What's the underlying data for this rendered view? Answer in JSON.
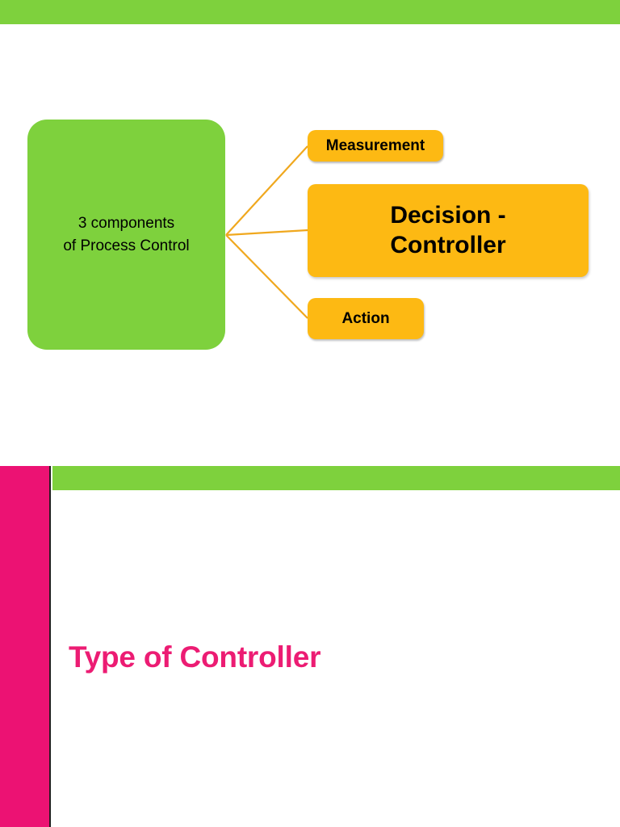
{
  "slide_one": {
    "name": "3 components of Process Control diagram",
    "topbar_color": "#7ed13d",
    "source_node": {
      "line1": "3 components",
      "line2": "of Process Control",
      "color": "#7ed13d"
    },
    "components": [
      {
        "label": "Measurement",
        "color": "#fdb913"
      },
      {
        "label_line1": "Decision -",
        "label_line2": "Controller",
        "color": "#fdb913"
      },
      {
        "label": "Action",
        "color": "#fdb913"
      }
    ],
    "connector_color": "#f0a81e"
  },
  "slide_two": {
    "sidebar_color": "#ec1273",
    "topbar_color": "#7ed13d",
    "title": "Type of Controller",
    "title_color": "#ec1c73"
  }
}
